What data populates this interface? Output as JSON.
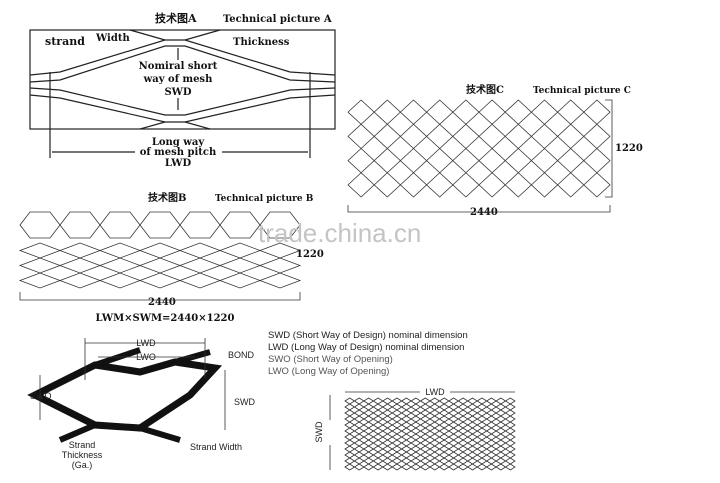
{
  "panel_a": {
    "title_cn": "技术图A",
    "title_en": "Technical picture A",
    "strand": "strand",
    "width": "Width",
    "thickness": "Thickness",
    "swd_lines": [
      "Nomiral short",
      "way of mesh",
      "SWD"
    ],
    "lwd_lines": [
      "Long way",
      "of mesh pitch",
      "LWD"
    ]
  },
  "panel_b": {
    "title_cn": "技术图B",
    "title_en": "Technical picture B",
    "height_dim": "1220",
    "width_dim": "2440",
    "formula": "LWM×SWM=2440×1220"
  },
  "panel_c": {
    "title_cn": "技术图C",
    "title_en": "Technical picture C",
    "height_dim": "1220",
    "width_dim": "2440"
  },
  "watermark": "trade.china.cn",
  "detail": {
    "lwd": "LWD",
    "lwo": "LWO",
    "bond": "BOND",
    "swo": "SWO",
    "swd": "SWD",
    "strand_thickness": [
      "Strand",
      "Thickness",
      "(Ga.)"
    ],
    "strand_width": "Strand Width"
  },
  "legend": [
    "SWD (Short Way of Design) nominal dimension",
    "LWD (Long Way of Design) nominal dimension",
    "SWO (Short Way of Opening)",
    "LWO (Long Way of Opening)"
  ],
  "sheet": {
    "lwd": "LWD",
    "swd": "SWD"
  }
}
